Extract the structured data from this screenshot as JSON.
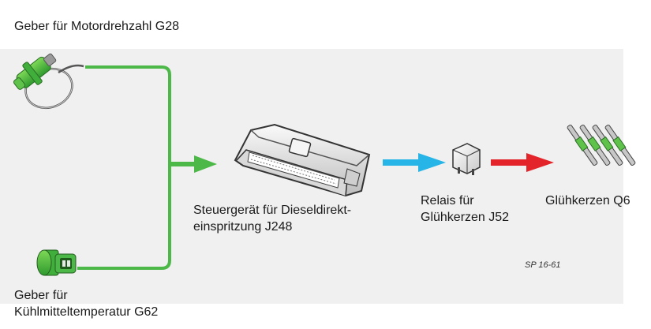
{
  "labels": {
    "sensor_speed": "Geber für Motordrehzahl G28",
    "sensor_temp": "Geber für\nKühlmitteltemperatur G62",
    "ecu": "Steuergerät für Dieseldirekt-\neinspritzung J248",
    "relay": "Relais für\nGlühkerzen J52",
    "glow_plugs": "Glühkerzen Q6"
  },
  "figure_code": "SP 16-61",
  "colors": {
    "input_lines": "#4bb847",
    "relay_signal": "#27b4e6",
    "output_signal": "#e3242b",
    "panel": "#f0f0f0"
  }
}
